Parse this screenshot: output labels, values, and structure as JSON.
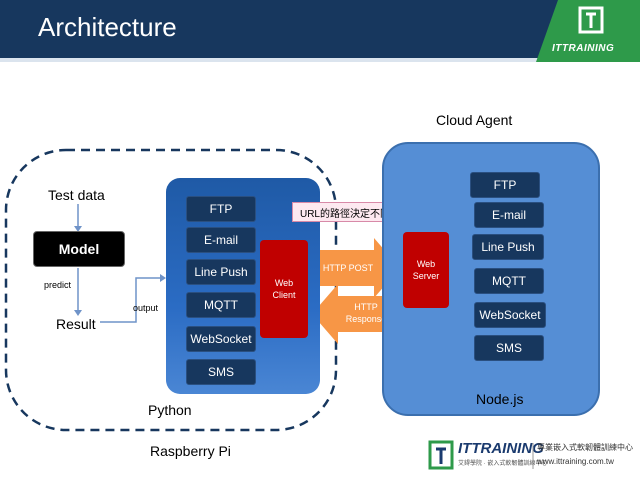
{
  "header": {
    "title": "Architecture",
    "logo_text": "ITTRAINING"
  },
  "left": {
    "test_data": "Test data",
    "model": "Model",
    "predict": "predict",
    "result": "Result",
    "output": "output",
    "python": "Python",
    "raspberry_pi": "Raspberry Pi"
  },
  "python_services": [
    "FTP",
    "E-mail",
    "Line Push",
    "MQTT",
    "WebSocket",
    "SMS"
  ],
  "web_client": {
    "line1": "Web",
    "line2": "Client"
  },
  "callout": "URL的路徑決定不同的功能",
  "http_post": "HTTP POST",
  "http_response": {
    "line1": "HTTP",
    "line2": "Response"
  },
  "cloud": {
    "title": "Cloud Agent",
    "node": "Node.js",
    "web_server": {
      "line1": "Web",
      "line2": "Server"
    },
    "services": [
      "FTP",
      "E-mail",
      "Line Push",
      "MQTT",
      "WebSocket",
      "SMS"
    ]
  },
  "footer": {
    "name": "ITTRAINING",
    "sub": "艾鍀學院 · 嵌入式軟韌體訓練中心",
    "chinese": "專業嵌入式軟韌體訓練中心",
    "url": "www.ittraining.com.tw"
  },
  "colors": {
    "header": "#17375e",
    "service_box": "#17375e",
    "red_box": "#c00000",
    "orange_arrow": "#f79646",
    "python_box": "#2b6cc4",
    "node_box": "#558ed5",
    "logo_green": "#2e9a4a"
  }
}
